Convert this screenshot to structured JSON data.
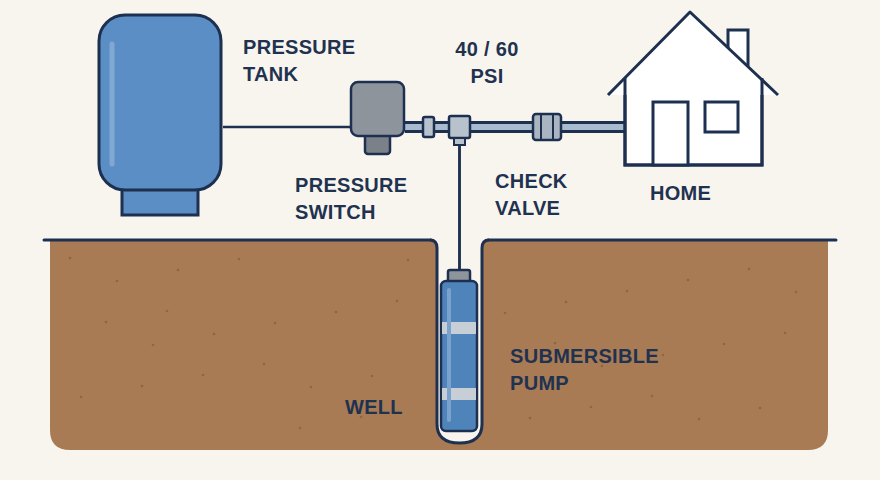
{
  "diagram": {
    "nodes": [
      {
        "text": [
          "PRESSURE TANK"
        ]
      },
      {
        "text": [
          "PRESSURE SWITCH"
        ]
      },
      {
        "text": [
          "CHECK VALVE"
        ]
      },
      {
        "text": [
          "HOME"
        ]
      },
      {
        "text": [
          "SUBMERSIBLE PUMP"
        ]
      }
    ],
    "edges": [
      {
        "from": 0,
        "to": 1,
        "arrow": "none"
      },
      {
        "from": 1,
        "to": 2,
        "arrow": "none"
      },
      {
        "from": 2,
        "to": 3,
        "arrow": "none"
      },
      {
        "from": 4,
        "to": 1,
        "arrow": "none"
      },
      {
        "from": 4,
        "to": 2,
        "arrow": "none"
      }
    ],
    "labels": [
      "40 / 60 PSI",
      "WELL"
    ]
  }
}
